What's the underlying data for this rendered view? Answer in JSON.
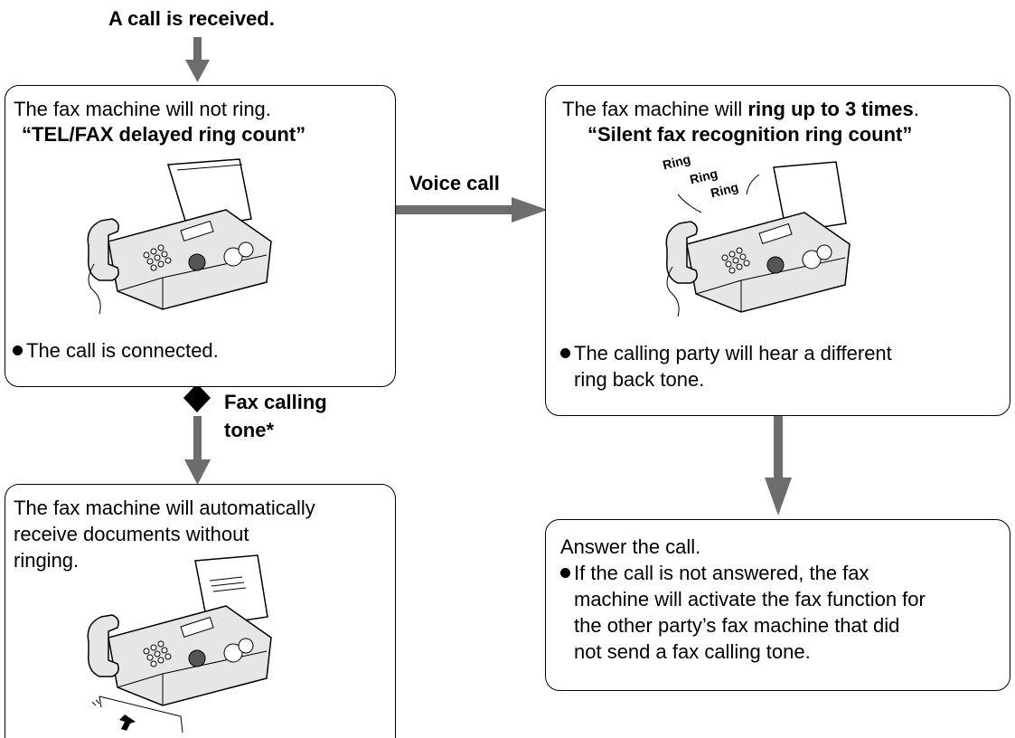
{
  "top_label": "A call is received.",
  "box_not_ring": {
    "line1": "The fax machine will not ring.",
    "setting": "“TEL/FAX delayed ring count”",
    "bullet": "The call is connected."
  },
  "voice_call_label": "Voice call",
  "fax_tone_label": [
    "Fax calling",
    "tone*"
  ],
  "box_ring": {
    "line1_prefix": "The fax machine will ",
    "line1_bold": "ring up to 3 times",
    "line1_suffix": ".",
    "setting": "“Silent fax recognition ring count”",
    "ring_words": [
      "Ring",
      "Ring",
      "Ring"
    ],
    "bullet_lines": [
      "The calling party will hear a different",
      "ring back tone."
    ]
  },
  "box_auto_receive": {
    "lines": [
      "The fax machine will automatically",
      "receive documents without",
      "ringing."
    ]
  },
  "box_answer": {
    "line1": "Answer the call.",
    "bullet_lines": [
      "If the call is not answered, the fax",
      "machine will activate the fax function for",
      "the other party’s fax machine that did",
      "not send a fax calling tone."
    ]
  },
  "colors": {
    "arrow": "#6d6d6d",
    "machine_fill": "#e6e6e6",
    "outline": "#000000"
  }
}
